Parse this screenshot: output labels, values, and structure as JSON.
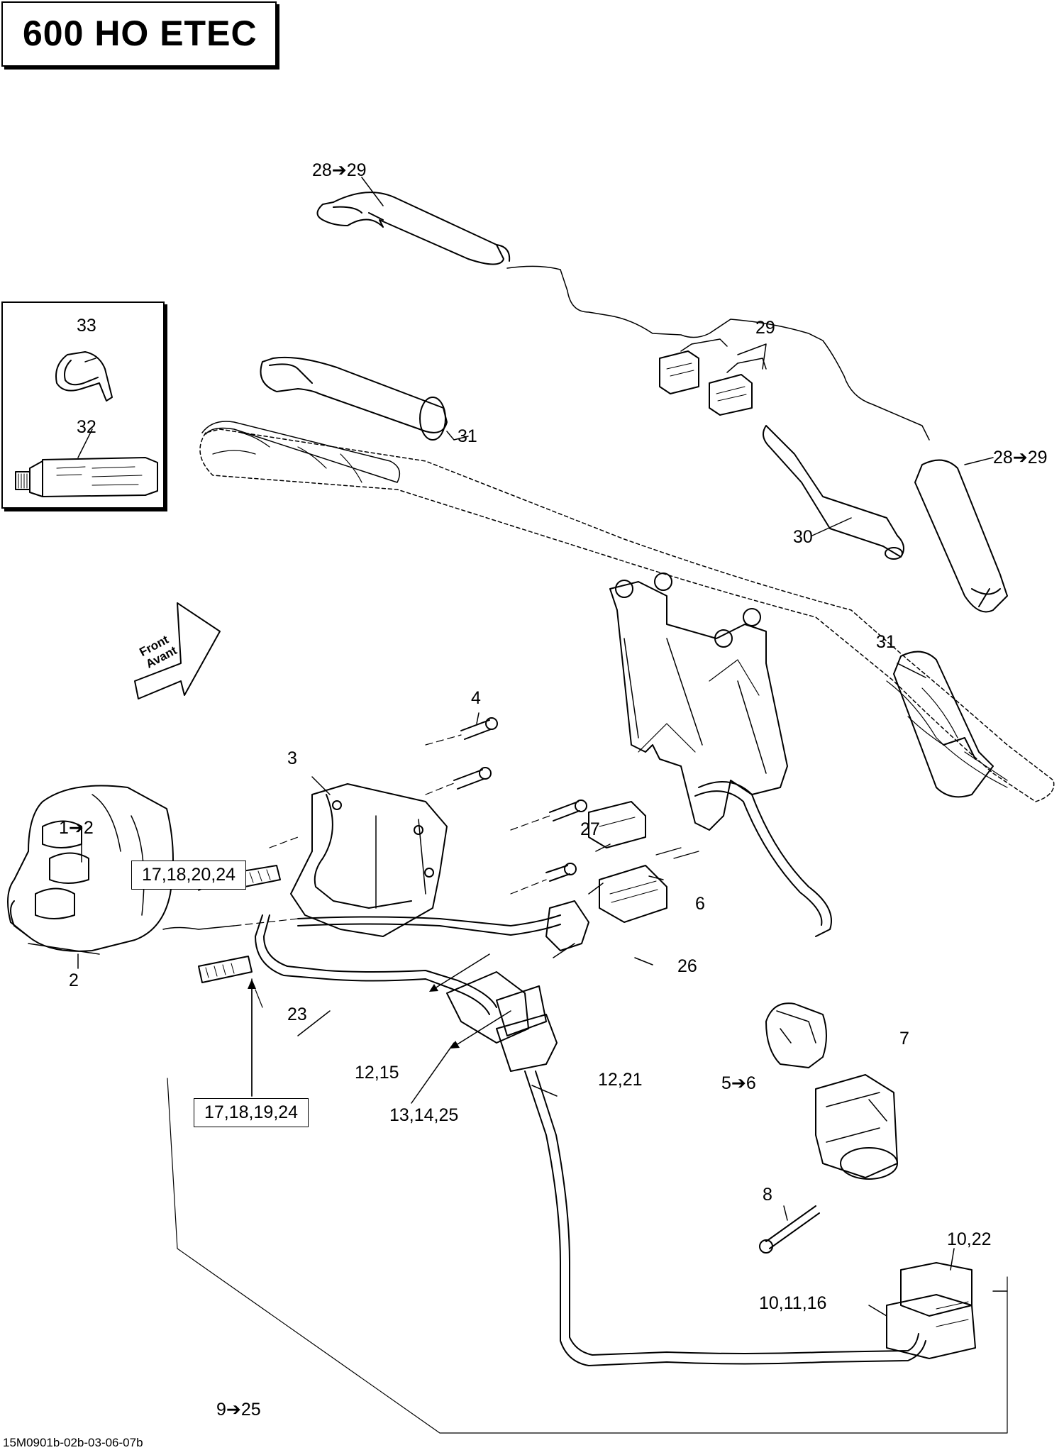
{
  "title": "600 HO ETEC",
  "footer_code": "15M0901b-02b-03-06-07b",
  "orientation_arrow": {
    "line1": "Front",
    "line2": "Avant"
  },
  "callouts": {
    "c28_29_top": "28➔29",
    "c29": "29",
    "c31_top": "31",
    "c30": "30",
    "c28_29_right": "28➔29",
    "c31_right": "31",
    "c33": "33",
    "c32": "32",
    "c4": "4",
    "c3": "3",
    "c1_2": "1➔2",
    "c2": "2",
    "box_17_18_20_24": "17,18,20,24",
    "box_17_18_19_24": "17,18,19,24",
    "c27": "27",
    "c6": "6",
    "c26": "26",
    "c23": "23",
    "c12_15": "12,15",
    "c12_21": "12,21",
    "c13_14_25": "13,14,25",
    "c5_6": "5➔6",
    "c7": "7",
    "c8": "8",
    "c10_22": "10,22",
    "c10_11_16": "10,11,16",
    "c9_25": "9➔25"
  }
}
